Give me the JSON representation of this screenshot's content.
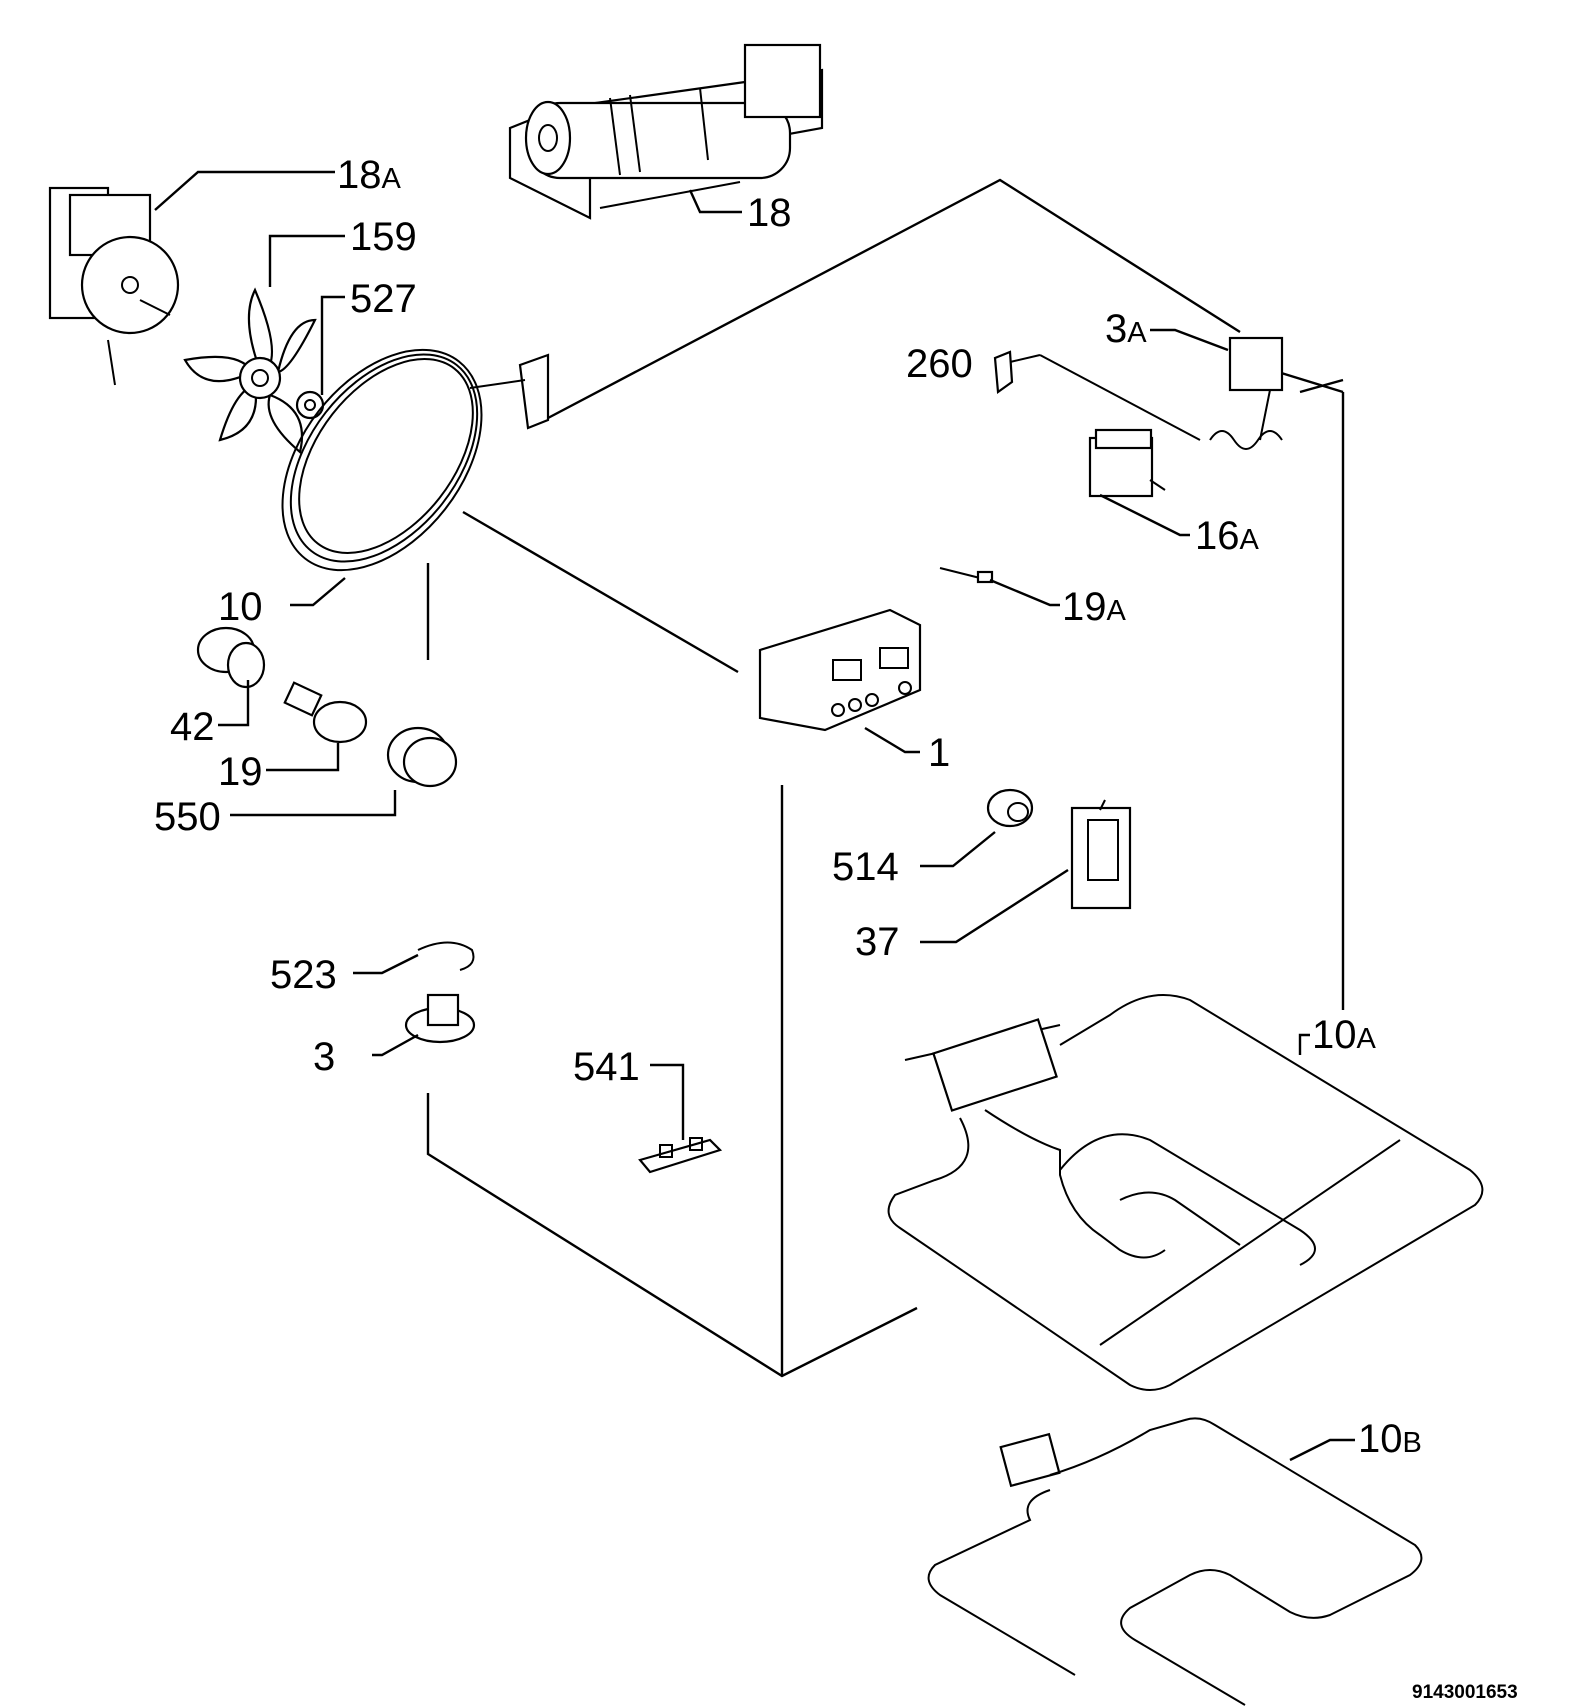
{
  "callouts": [
    {
      "id": "18a",
      "num": "18",
      "suffix": "A"
    },
    {
      "id": "159",
      "num": "159",
      "suffix": ""
    },
    {
      "id": "527",
      "num": "527",
      "suffix": ""
    },
    {
      "id": "18",
      "num": "18",
      "suffix": ""
    },
    {
      "id": "3a",
      "num": "3",
      "suffix": "A"
    },
    {
      "id": "260",
      "num": "260",
      "suffix": ""
    },
    {
      "id": "16a",
      "num": "16",
      "suffix": "A"
    },
    {
      "id": "19a",
      "num": "19",
      "suffix": "A"
    },
    {
      "id": "10",
      "num": "10",
      "suffix": ""
    },
    {
      "id": "42",
      "num": "42",
      "suffix": ""
    },
    {
      "id": "19",
      "num": "19",
      "suffix": ""
    },
    {
      "id": "550",
      "num": "550",
      "suffix": ""
    },
    {
      "id": "1",
      "num": "1",
      "suffix": ""
    },
    {
      "id": "514",
      "num": "514",
      "suffix": ""
    },
    {
      "id": "37",
      "num": "37",
      "suffix": ""
    },
    {
      "id": "523",
      "num": "523",
      "suffix": ""
    },
    {
      "id": "3",
      "num": "3",
      "suffix": ""
    },
    {
      "id": "541",
      "num": "541",
      "suffix": ""
    },
    {
      "id": "10a",
      "num": "10",
      "suffix": "A"
    },
    {
      "id": "10b",
      "num": "10",
      "suffix": "B"
    }
  ],
  "drawing_number": "9143001653"
}
